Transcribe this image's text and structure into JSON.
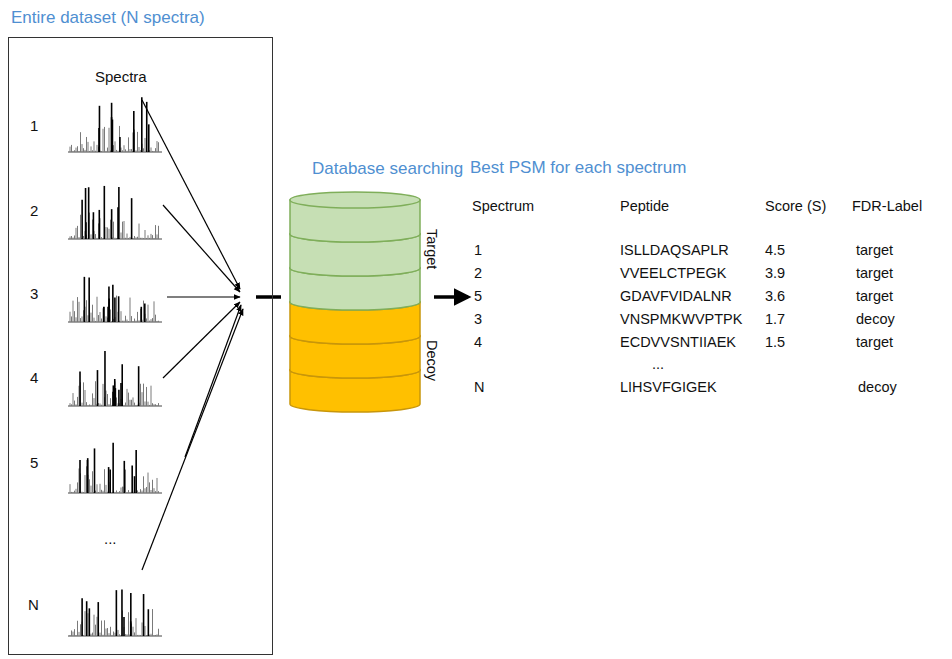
{
  "diagram": {
    "nodes": [
      {
        "text": [
          "Entire dataset (N spectra)",
          "Spectra"
        ]
      },
      {
        "text": [
          "Database searching"
        ]
      },
      {
        "text": [
          "Target"
        ],
        "in": 1
      },
      {
        "text": [
          "Decoy"
        ],
        "in": 1
      }
    ],
    "labels": [
      "1",
      "2",
      "3",
      "4",
      "5",
      "...",
      "N",
      "Best PSM for each spectrum",
      "Spectrum",
      "Peptide",
      "Score (S)",
      "FDR-Label",
      "1",
      "ISLLDAQSAPLR",
      "4.5",
      "target",
      "2",
      "VVEELCTPEGK",
      "3.9",
      "target",
      "5",
      "GDAVFVIDALNR",
      "3.6",
      "target",
      "3",
      "VNSPMKWVPTPK",
      "1.7",
      "decoy",
      "4",
      "ECDVVSNTIIAEK",
      "1.5",
      "target",
      "...",
      "N",
      "LIHSVFGIGEK",
      "decoy"
    ]
  }
}
